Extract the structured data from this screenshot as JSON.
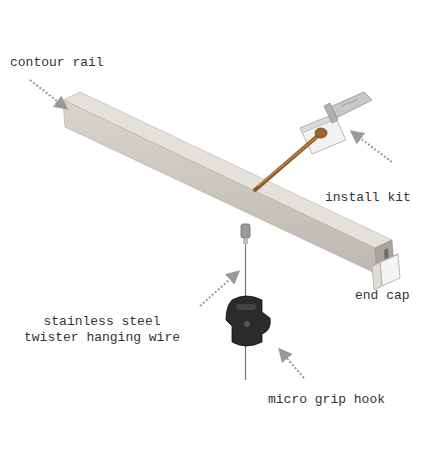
{
  "diagram": {
    "labels": [
      "contour rail",
      "install kit",
      "end cap",
      "stainless steel twister hanging wire",
      "micro grip hook"
    ]
  }
}
